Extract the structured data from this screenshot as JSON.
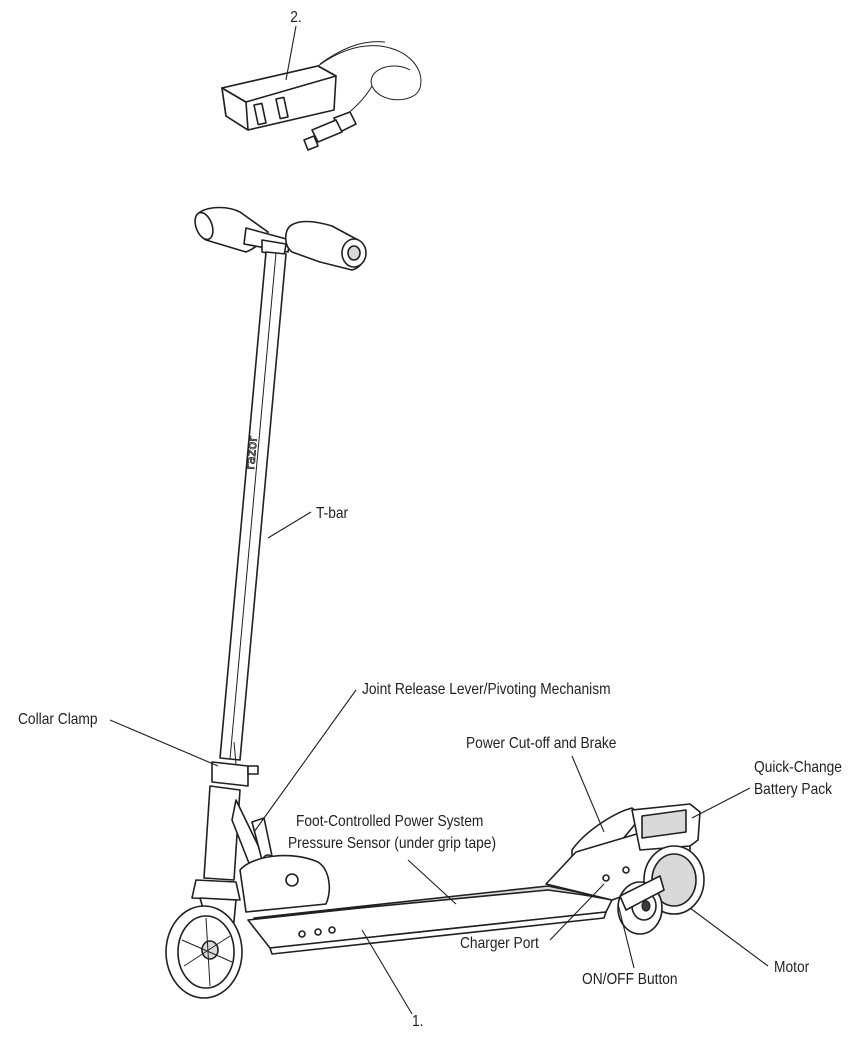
{
  "callouts": {
    "item_1": "1.",
    "item_2": "2.",
    "t_bar": "T-bar",
    "collar_clamp": "Collar Clamp",
    "joint_release": "Joint Release Lever/Pivoting Mechanism",
    "power_cutoff": "Power Cut-off and Brake",
    "quick_change_1": "Quick-Change",
    "quick_change_2": "Battery Pack",
    "foot_sensor_1": "Foot-Controlled Power System",
    "foot_sensor_2": "Pressure Sensor (under grip tape)",
    "charger_port": "Charger Port",
    "on_off": "ON/OFF Button",
    "motor": "Motor"
  },
  "stem_brand_text": "razor"
}
